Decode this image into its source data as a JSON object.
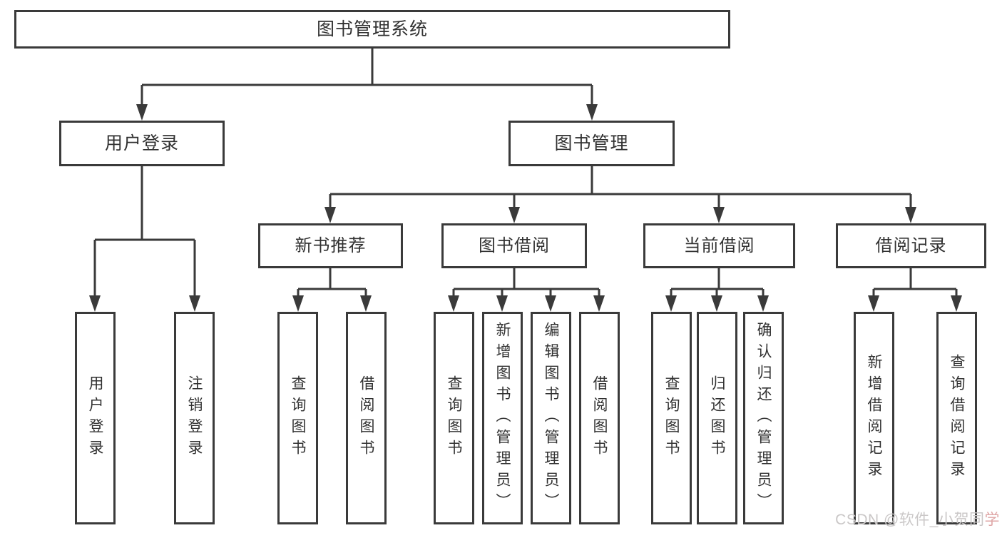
{
  "tree": {
    "root": {
      "label": "图书管理系统",
      "children": [
        {
          "label": "用户登录",
          "children": [
            {
              "label": "用户登录"
            },
            {
              "label": "注销登录"
            }
          ]
        },
        {
          "label": "图书管理",
          "children": [
            {
              "label": "新书推荐",
              "children": [
                {
                  "label": "查询图书"
                },
                {
                  "label": "借阅图书"
                }
              ]
            },
            {
              "label": "图书借阅",
              "children": [
                {
                  "label": "查询图书"
                },
                {
                  "label": "新增图书（管理员）"
                },
                {
                  "label": "编辑图书（管理员）"
                },
                {
                  "label": "借阅图书"
                }
              ]
            },
            {
              "label": "当前借阅",
              "children": [
                {
                  "label": "查询图书"
                },
                {
                  "label": "归还图书"
                },
                {
                  "label": "确认归还（管理员）"
                }
              ]
            },
            {
              "label": "借阅记录",
              "children": [
                {
                  "label": "新增借阅记录"
                },
                {
                  "label": "查询借阅记录"
                }
              ]
            }
          ]
        }
      ]
    }
  },
  "watermark": {
    "text_main": "CSDN @软件_小贺同",
    "text_accent": "学",
    "color_main": "#cac7c7",
    "color_accent": "#dfa6a6"
  },
  "colors": {
    "line": "#3a3a3a",
    "box_border": "#3a3a3a",
    "text": "#313131",
    "background": "#ffffff"
  }
}
